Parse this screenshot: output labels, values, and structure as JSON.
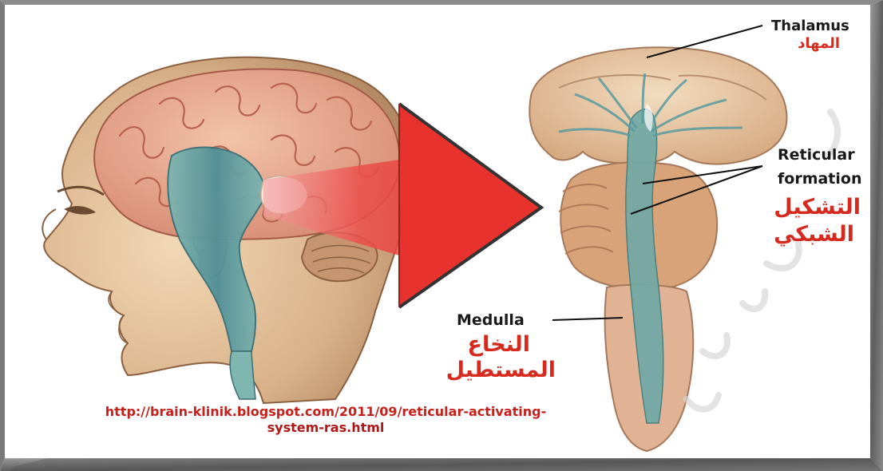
{
  "labels": {
    "thalamus_en": "Thalamus",
    "thalamus_ar": "المهاد",
    "reticular_en_line1": "Reticular",
    "reticular_en_line2": "formation",
    "reticular_ar_line1": "التشكيل",
    "reticular_ar_line2": "الشبكي",
    "medulla_en": "Medulla",
    "medulla_ar_line1": "النخاع",
    "medulla_ar_line2": "المستطيل"
  },
  "source_url": {
    "line1": "http://brain-klinik.blogspot.com/2011/09/reticular-activating-",
    "line2": "system-ras.html"
  },
  "colors": {
    "arabic_text": "#d62a1e",
    "url_line1": "#c8201a",
    "url_line2": "#b01818",
    "arrow": "#ee3a36",
    "brain": "#e9a88a",
    "brainstem": "#5f9fa0",
    "frame_shadow": "#6b6b6b"
  }
}
